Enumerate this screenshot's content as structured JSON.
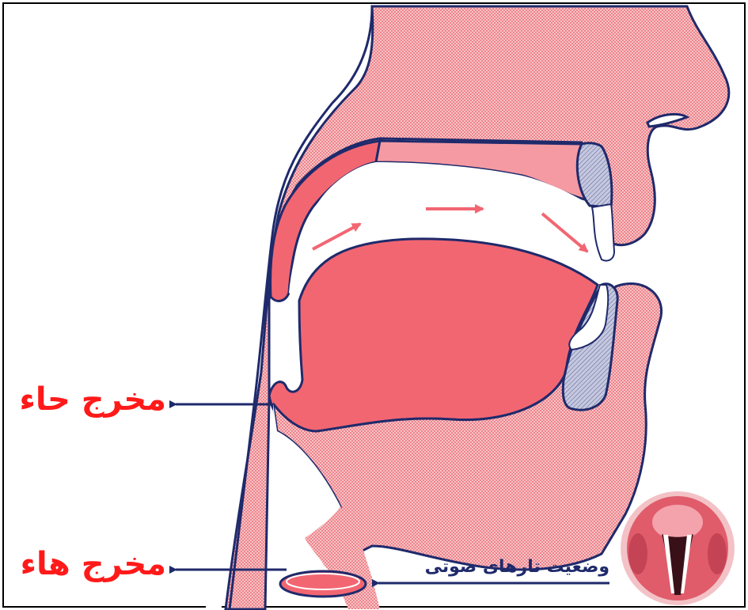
{
  "labels": {
    "haa_exit": "مخرج حاء",
    "ha_exit": "مخرج هاء",
    "vocal_cords_state": "وضعیت تارهای صوتی"
  },
  "colors": {
    "flesh": "#f26672",
    "flesh_light": "#f6b7bd",
    "outline": "#1f2a6b",
    "teeth": "#b6b9d4",
    "label_red": "#ff1a1a",
    "label_navy": "#1f2a6b"
  }
}
